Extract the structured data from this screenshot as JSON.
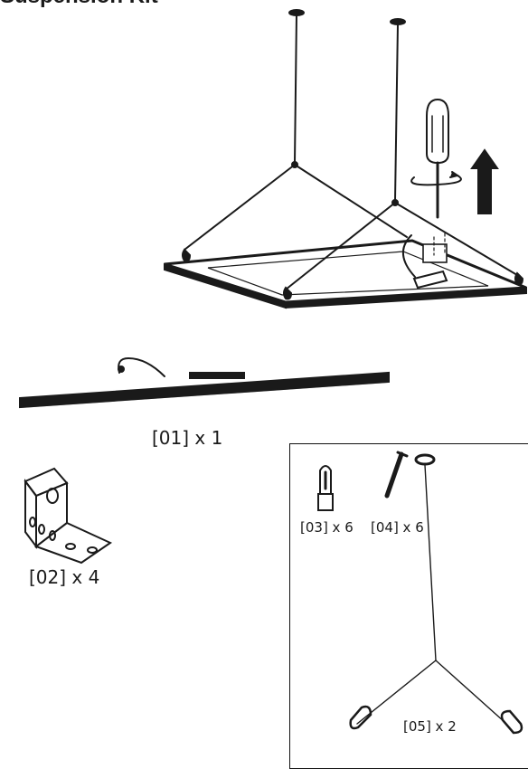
{
  "title": "Suspension Kit",
  "parts": [
    {
      "id": "01",
      "label": "[01] x 1"
    },
    {
      "id": "02",
      "label": "[02] x 4"
    },
    {
      "id": "03",
      "label": "[03] x 6"
    },
    {
      "id": "04",
      "label": "[04] x 6"
    },
    {
      "id": "05",
      "label": "[05] x 2"
    }
  ]
}
